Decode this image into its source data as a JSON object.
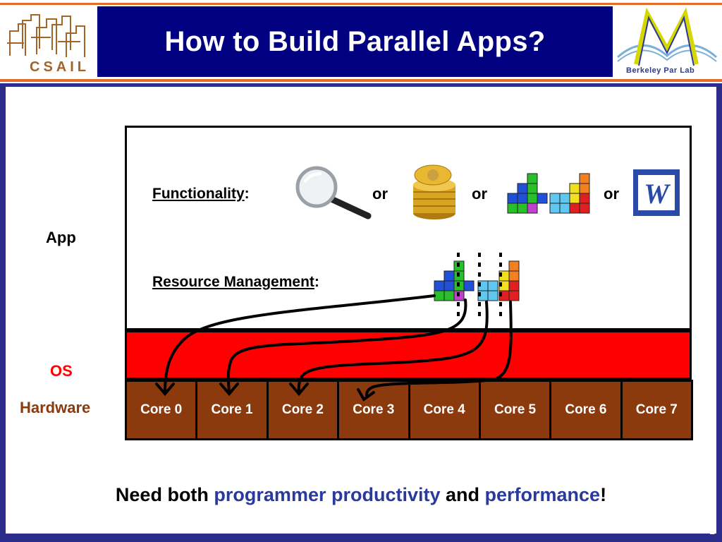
{
  "header": {
    "title": "How to Build Parallel Apps?",
    "left_logo_text": "CSAIL",
    "right_logo_text": "Berkeley Par Lab"
  },
  "diagram": {
    "layers": {
      "app": "App",
      "os": "OS",
      "hardware": "Hardware"
    },
    "functionality_label": "Functionality",
    "resource_label": "Resource Management",
    "colon": ":",
    "or": "or",
    "cores": [
      "Core 0",
      "Core 1",
      "Core 2",
      "Core 3",
      "Core 4",
      "Core 5",
      "Core 6",
      "Core 7"
    ]
  },
  "footer": {
    "part1": "Need both ",
    "highlight1": "programmer productivity",
    "part2": " and ",
    "highlight2": "performance",
    "part3": "!"
  },
  "slide_number": "2",
  "colors": {
    "title_bg": "#000080",
    "accent_orange": "#e46c26",
    "os_red": "#ff0000",
    "core_brown": "#8b3a0e",
    "highlight_blue": "#2a3a9c"
  },
  "icons": [
    "csail-logo",
    "berkeley-par-lab-logo",
    "magnifier-icon",
    "coin-stack-icon",
    "tetris-blocks-icon",
    "word-document-icon"
  ]
}
